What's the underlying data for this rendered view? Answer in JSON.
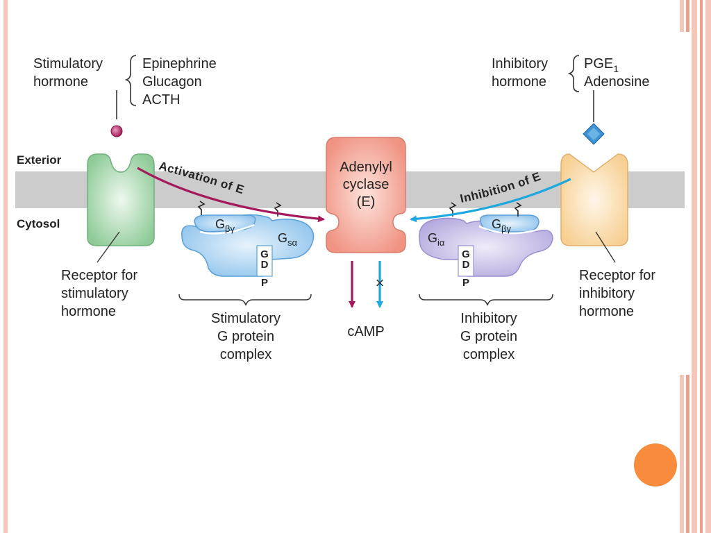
{
  "colors": {
    "stripe_light": "#f6c7b9",
    "stripe_dark": "#ec9f8a",
    "membrane": "#cccccc",
    "stimulatory_receptor": "#9fd3a6",
    "inhibitory_receptor": "#fbdcaa",
    "adenylyl_cyclase": "#f3a394",
    "gs_protein": "#9ccbef",
    "gi_protein": "#c2b8e4",
    "activation_arrow": "#a3195b",
    "inhibition_arrow": "#1da7df",
    "hormone_dot": "#b52a6b",
    "hormone_diamond": "#2f86c9",
    "accent_circle": "#f98b3c"
  },
  "stimulatory_hormone": {
    "label_line1": "Stimulatory",
    "label_line2": "hormone",
    "examples": [
      "Epinephrine",
      "Glucagon",
      "ACTH"
    ]
  },
  "inhibitory_hormone": {
    "label_line1": "Inhibitory",
    "label_line2": "hormone",
    "examples_1_base": "PGE",
    "examples_1_sub": "1",
    "examples_2": "Adenosine"
  },
  "membrane": {
    "exterior": "Exterior",
    "cytosol": "Cytosol"
  },
  "adenylyl_cyclase": {
    "line1": "Adenylyl",
    "line2": "cyclase",
    "line3": "(E)"
  },
  "arrows": {
    "activation": "Activation of E",
    "inhibition": "Inhibition of E",
    "block_mark": "×"
  },
  "product": "cAMP",
  "stimulatory_complex": {
    "g_beta_gamma_base": "G",
    "g_beta_gamma_sub": "βγ",
    "g_alpha_base": "G",
    "g_alpha_sub": "sα",
    "gdp": [
      "G",
      "D",
      "P"
    ],
    "caption": [
      "Stimulatory",
      "G protein",
      "complex"
    ]
  },
  "inhibitory_complex": {
    "g_beta_gamma_base": "G",
    "g_beta_gamma_sub": "βγ",
    "g_alpha_base": "G",
    "g_alpha_sub": "iα",
    "gdp": [
      "G",
      "D",
      "P"
    ],
    "caption": [
      "Inhibitory",
      "G protein",
      "complex"
    ]
  },
  "stimulatory_receptor": {
    "caption": [
      "Receptor for",
      "stimulatory",
      "hormone"
    ]
  },
  "inhibitory_receptor": {
    "caption": [
      "Receptor for",
      "inhibitory",
      "hormone"
    ]
  }
}
